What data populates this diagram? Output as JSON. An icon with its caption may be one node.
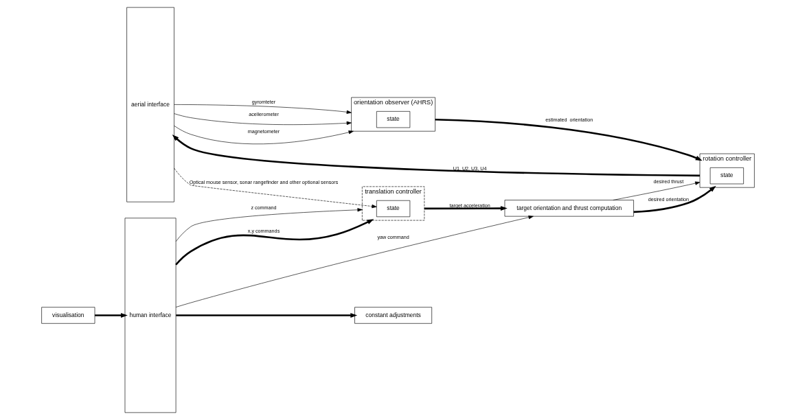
{
  "diagram": {
    "nodes": [
      {
        "text": [
          "aerial interface"
        ]
      },
      {
        "text": [
          "orientation observer (AHRS)"
        ]
      },
      {
        "text": [
          "state"
        ],
        "in": 1
      },
      {
        "text": [
          "visualisation"
        ]
      },
      {
        "text": [
          "constant adjustments"
        ]
      },
      {
        "text": [
          "human interface"
        ]
      },
      {
        "text": [
          "rotation controller"
        ]
      },
      {
        "text": [
          "state"
        ],
        "in": 6
      },
      {
        "text": [
          "target orientation and thrust computation"
        ]
      },
      {
        "text": [
          "translation controller"
        ]
      },
      {
        "text": [
          "state"
        ],
        "in": 9
      }
    ],
    "edges": [
      {
        "from": 0,
        "to": 1,
        "arrow": "to",
        "label": "acellerometer"
      },
      {
        "from": 0,
        "to": 1,
        "arrow": "to",
        "label": "magnetometer"
      },
      {
        "from": 0,
        "to": 1,
        "arrow": "to",
        "label": "gyromteter"
      },
      {
        "from": 1,
        "to": 6,
        "arrow": "to",
        "label": "estimated  orientation",
        "style": "thick"
      },
      {
        "from": 3,
        "to": 5,
        "arrow": "to",
        "style": "thick"
      },
      {
        "from": 5,
        "to": 4,
        "arrow": "to",
        "style": "thick"
      },
      {
        "from": 5,
        "to": 8,
        "arrow": "to",
        "label": "yaw command"
      },
      {
        "from": 8,
        "to": 6,
        "arrow": "to",
        "label": "desired thrust"
      },
      {
        "from": 8,
        "to": 6,
        "arrow": "to",
        "label": "desired orientation",
        "style": "thick"
      },
      {
        "from": 6,
        "to": 0,
        "arrow": "to",
        "label": "U1, U2, U3, U4",
        "style": "thick"
      },
      {
        "from": 9,
        "to": 8,
        "arrow": "to",
        "label": "target acceleration",
        "style": "thick"
      },
      {
        "from": 5,
        "to": 9,
        "arrow": "to",
        "label": "z command"
      },
      {
        "from": 5,
        "to": 9,
        "arrow": "to",
        "label": "x,y commands",
        "style": "thick"
      },
      {
        "from": 0,
        "to": 10,
        "arrow": "to",
        "label": "Optical mouse sensor, sonar rangefinder and other optional sensors",
        "style": "dashed"
      }
    ]
  }
}
